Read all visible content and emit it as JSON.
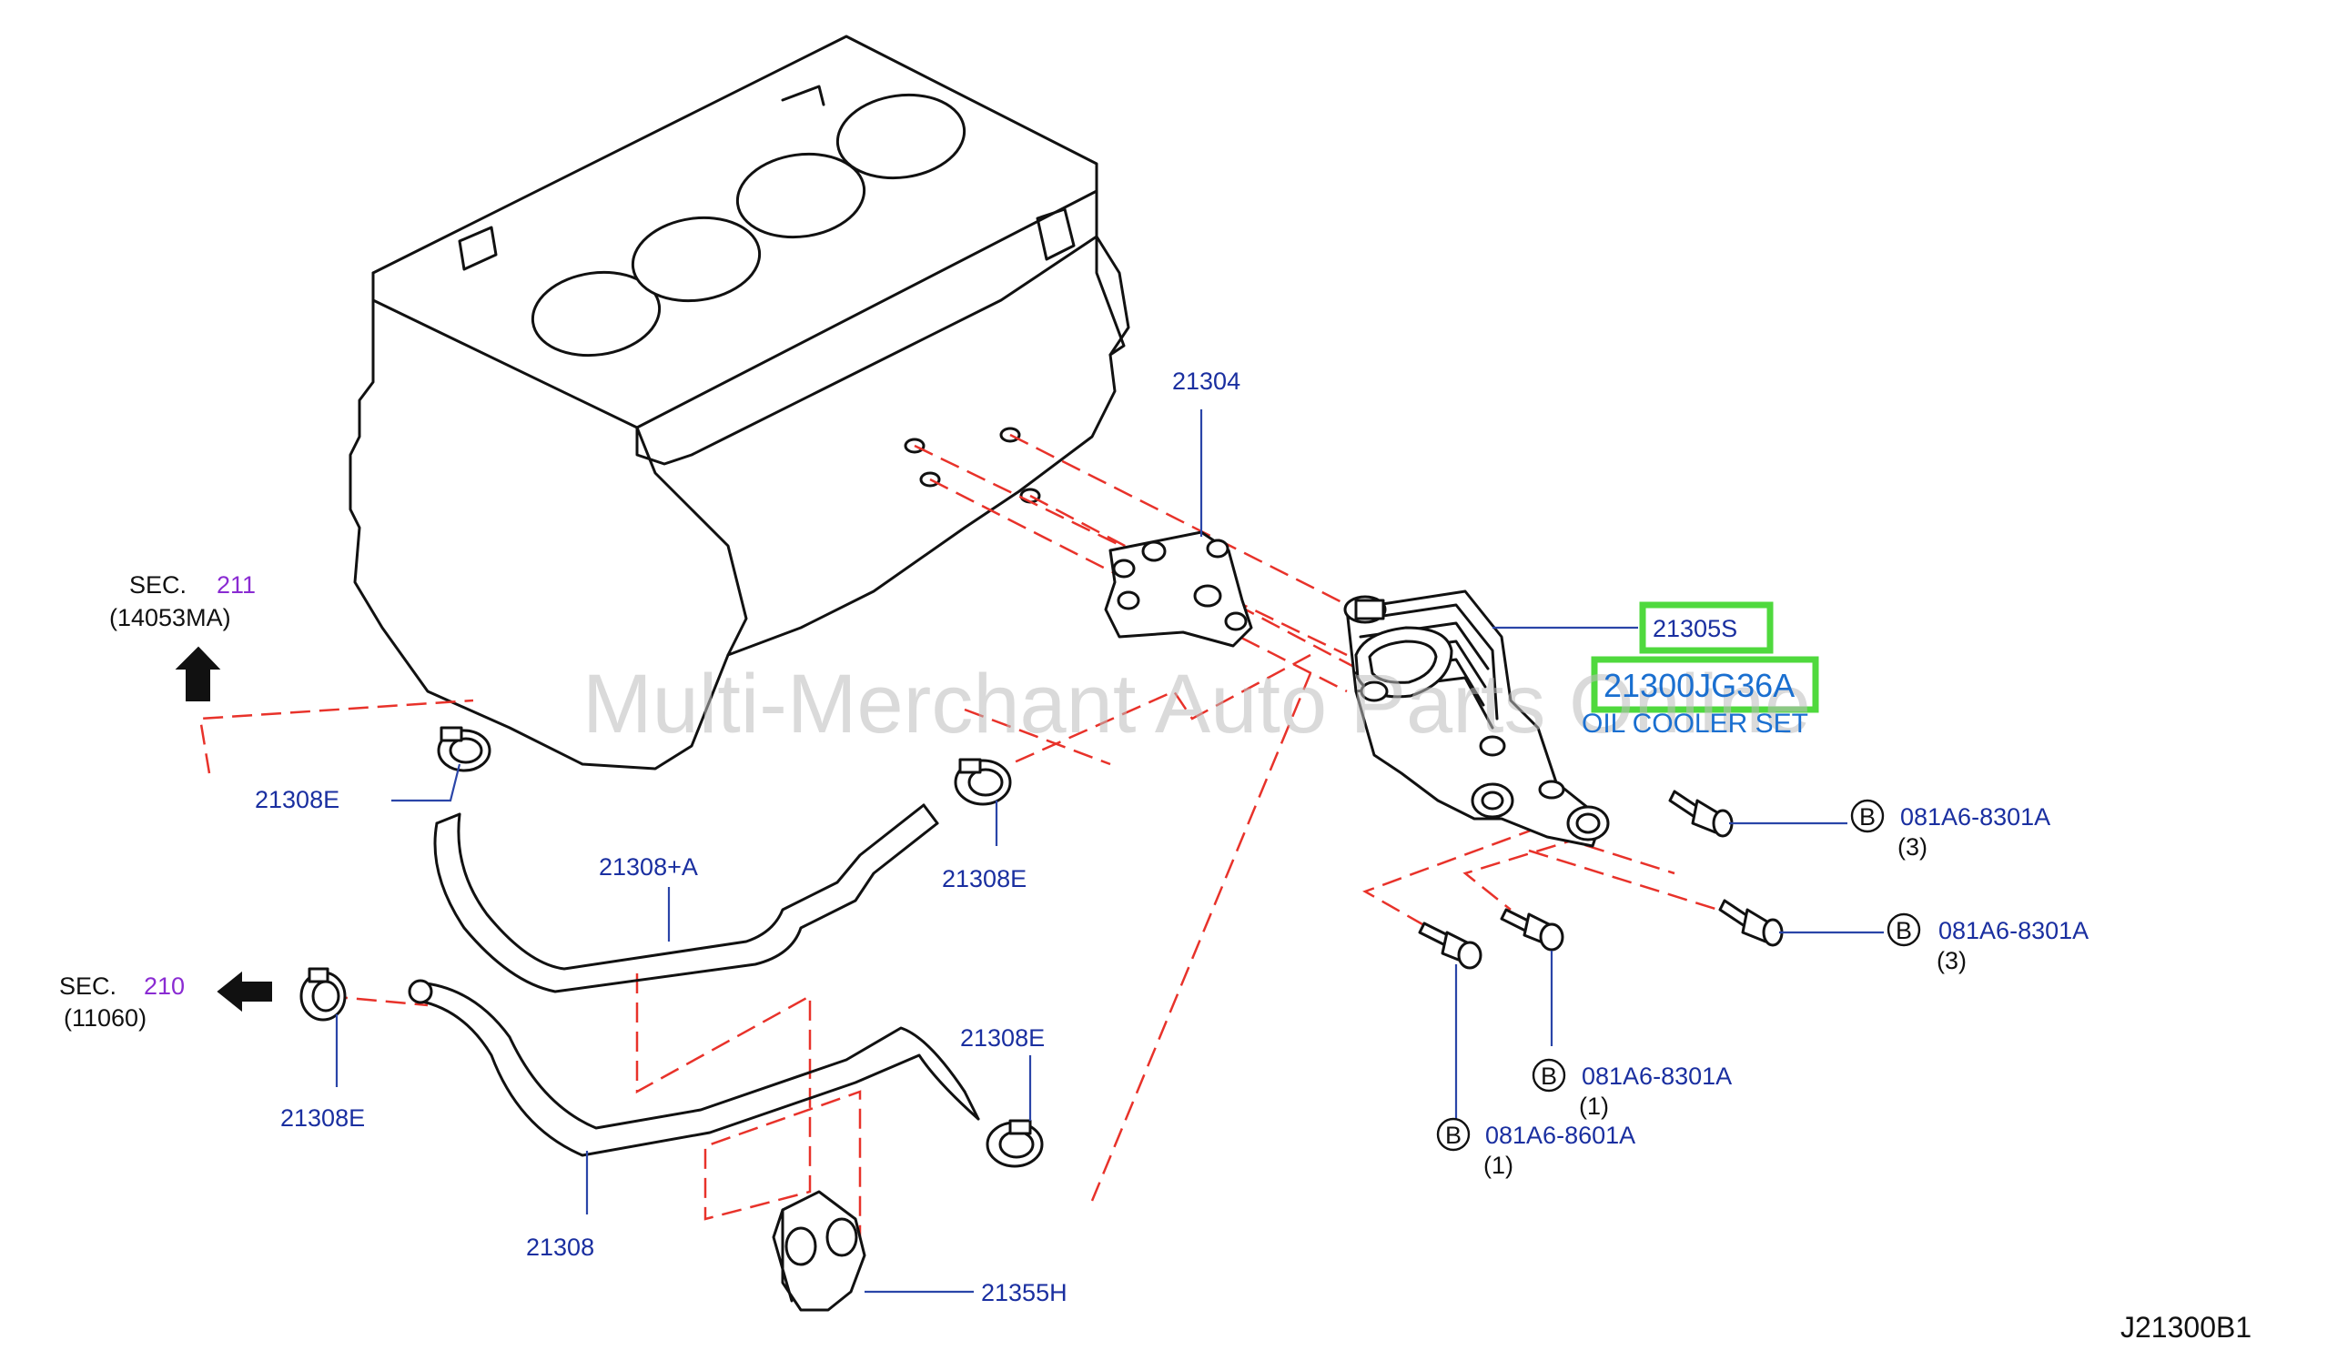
{
  "watermark": "Multi-Merchant Auto Parts Online",
  "diagram_id": "J21300B1",
  "labels": {
    "p21304": "21304",
    "p21305s": "21305S",
    "p21300": "21300JG36A",
    "oil_cooler_set": "OIL COOLER SET",
    "sec211": "SEC.",
    "sec211_num": "211",
    "sec211_ref": "(14053MA)",
    "sec210": "SEC.",
    "sec210_num": "210",
    "sec210_ref": "(11060)",
    "clamp_a": "21308E",
    "clamp_b": "21308E",
    "clamp_c": "21308E",
    "clamp_d": "21308E",
    "hose_a": "21308+A",
    "hose_main": "21308",
    "bracket": "21355H",
    "bolt1": "081A6-8301A",
    "bolt1_qty": "(3)",
    "bolt2": "081A6-8301A",
    "bolt2_qty": "(3)",
    "bolt3": "081A6-8301A",
    "bolt3_qty": "(1)",
    "bolt4": "081A6-8601A",
    "bolt4_qty": "(1)",
    "b_marker": "B"
  },
  "colors": {
    "part_number": "#1a2fa0",
    "section_ref": "#8a2bd2",
    "highlight": "#4fd93d",
    "dashed_line": "#e8322a"
  }
}
